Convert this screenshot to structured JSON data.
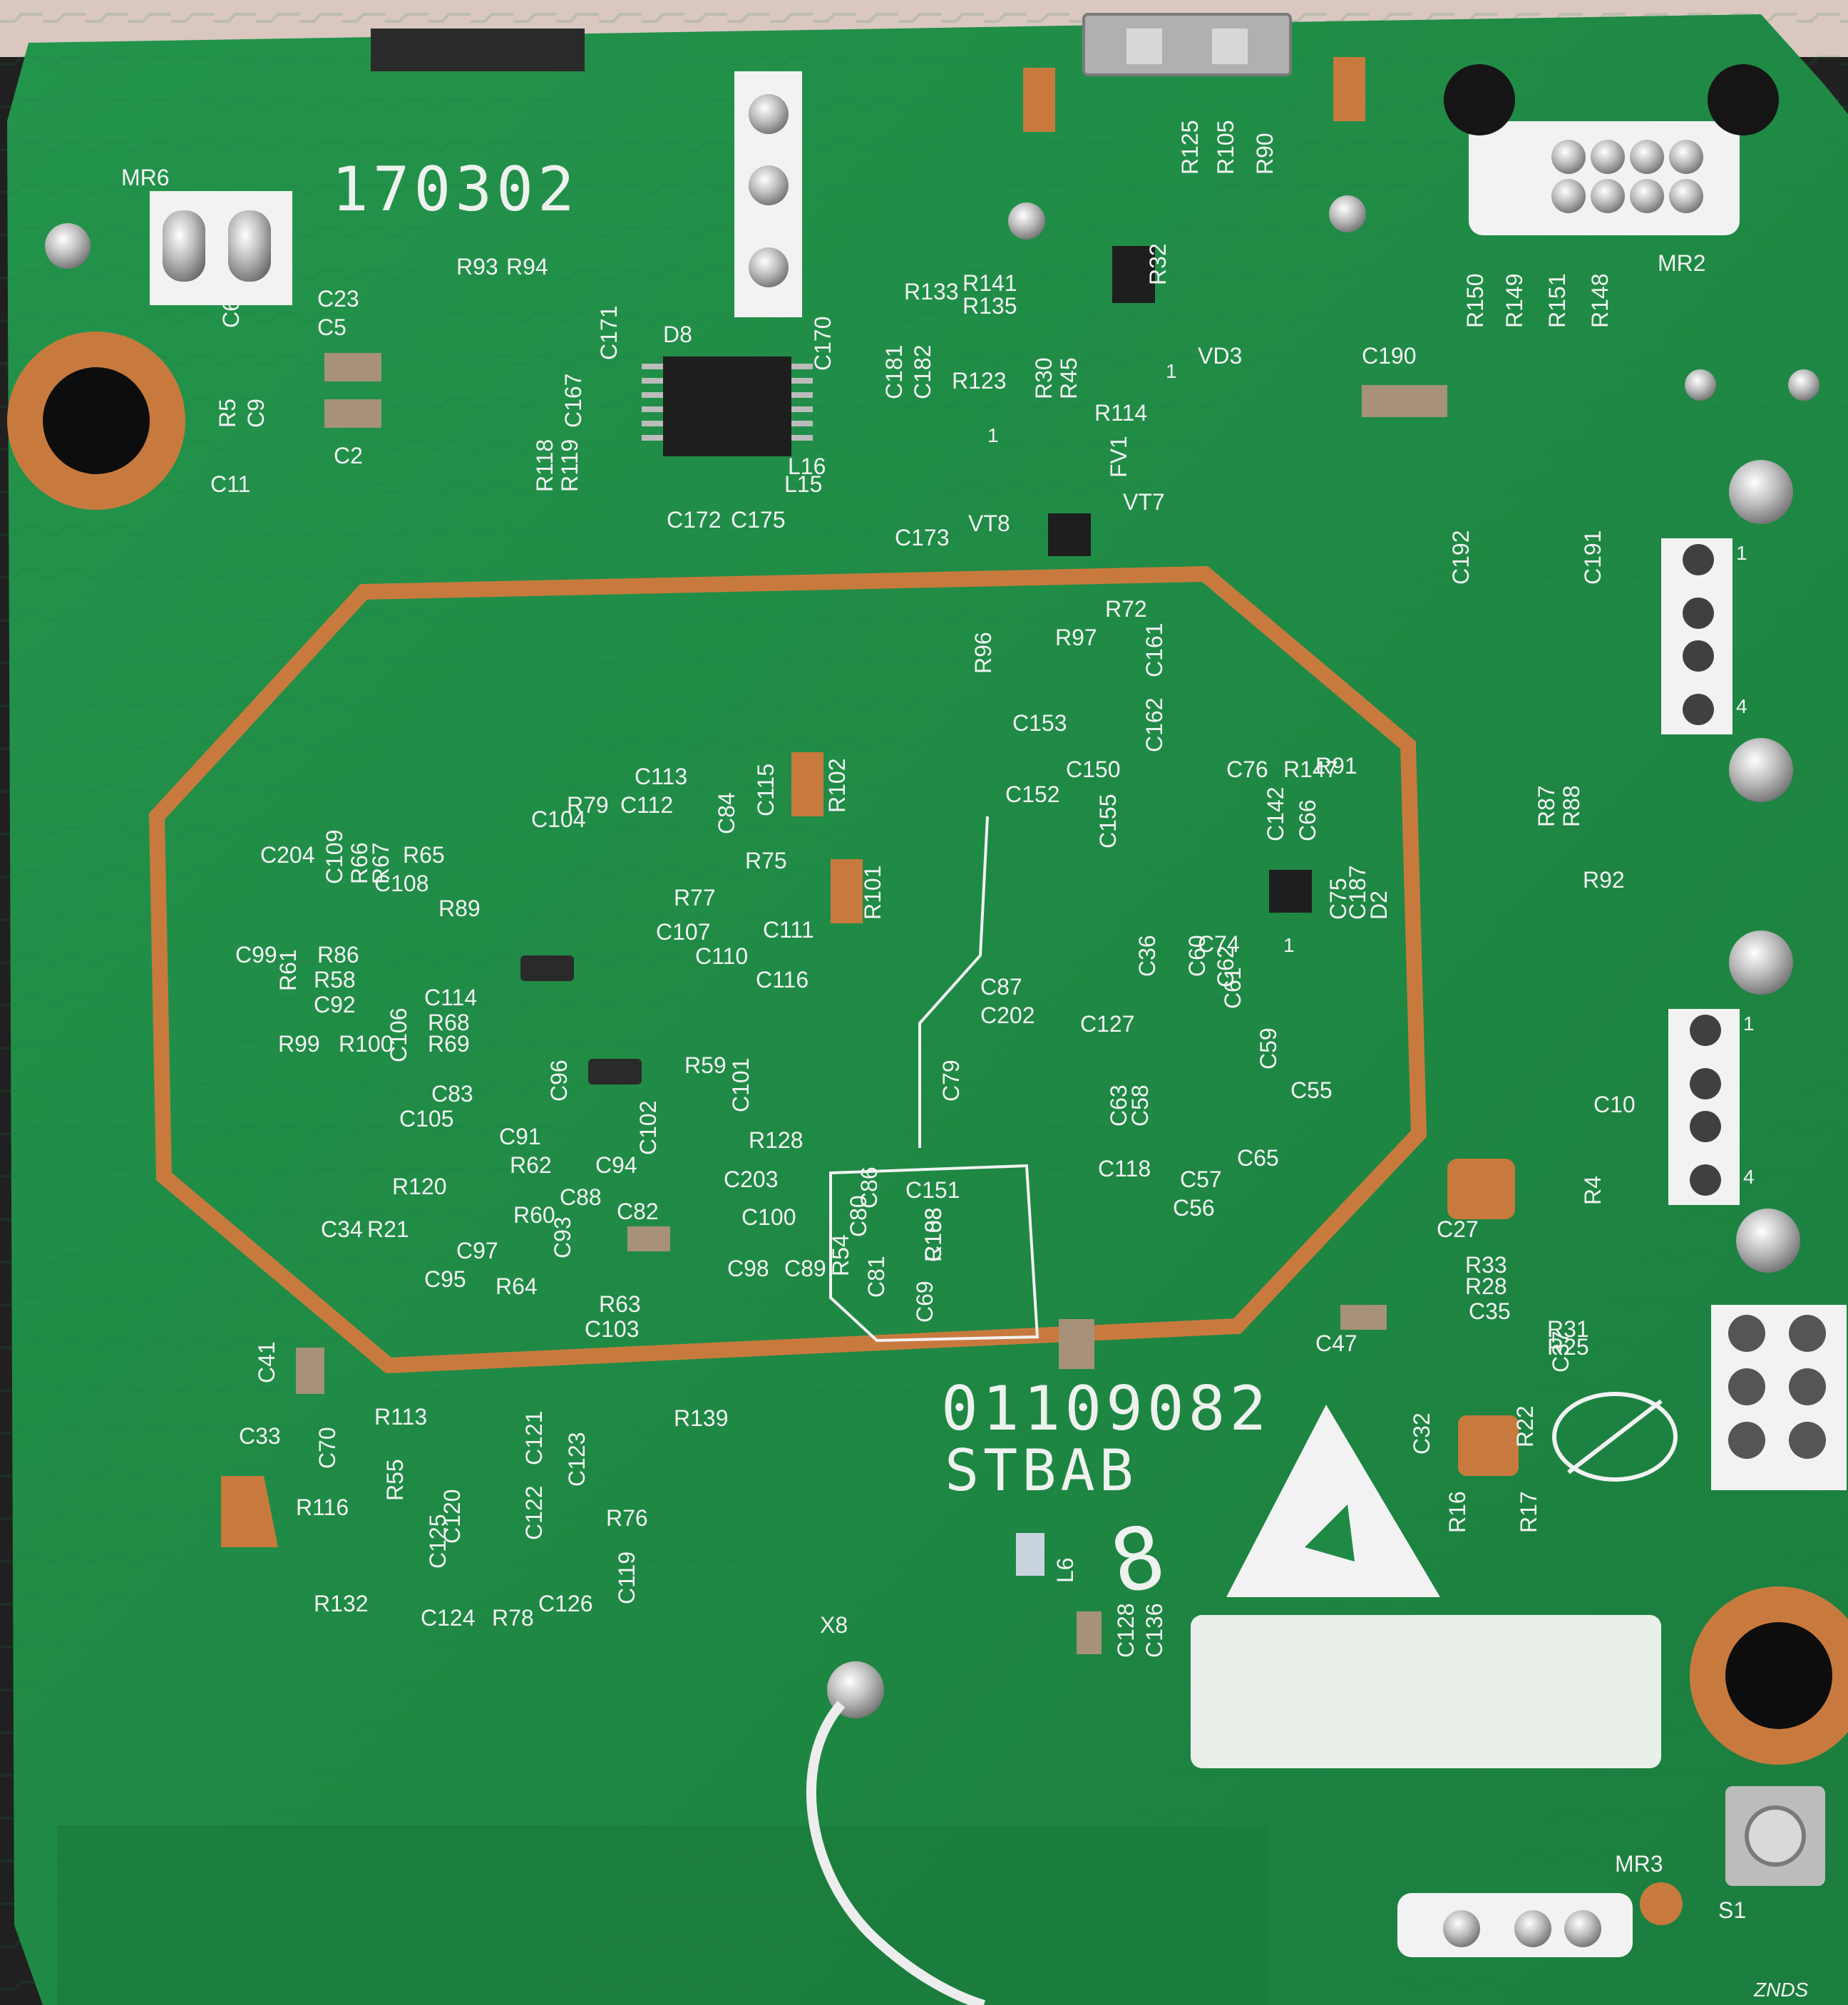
{
  "board": {
    "date_code": "170302",
    "part_number": "01109082",
    "model": "STBAB",
    "handwritten_mark": "8",
    "watermark": "ZNDS",
    "colors": {
      "solder_mask": "#1f8a45",
      "silkscreen": "#f2f2f2",
      "copper_ring": "#c87a3e",
      "pad_tin": "#cfcfcf"
    }
  },
  "designators": [
    "MR6",
    "C6",
    "C23",
    "C5",
    "R5",
    "C9",
    "C2",
    "C11",
    "R93",
    "R94",
    "D8",
    "C171",
    "R118",
    "R119",
    "C167",
    "C172",
    "C175",
    "L16",
    "L15",
    "C170",
    "R133",
    "R141",
    "R135",
    "C181",
    "C182",
    "R123",
    "C173",
    "VT8",
    "R30",
    "R45",
    "R114",
    "FV1",
    "VT7",
    "R32",
    "VD3",
    "R125",
    "R105",
    "R90",
    "C190",
    "R150",
    "R149",
    "R151",
    "R148",
    "MR2",
    "C192",
    "C191",
    "R72",
    "R97",
    "R96",
    "C161",
    "C153",
    "C162",
    "C150",
    "C152",
    "C155",
    "C76",
    "R147",
    "R91",
    "C142",
    "C66",
    "C75",
    "C187",
    "D2",
    "C74",
    "C36",
    "C60",
    "C62",
    "C61",
    "C87",
    "C202",
    "C127",
    "C79",
    "C59",
    "C63",
    "C58",
    "C55",
    "C118",
    "C57",
    "C56",
    "C65",
    "C113",
    "C104",
    "R79",
    "C112",
    "C115",
    "R102",
    "C204",
    "C109",
    "R66",
    "R67",
    "R65",
    "C108",
    "C84",
    "R75",
    "R77",
    "R101",
    "R89",
    "C107",
    "C111",
    "C110",
    "C99",
    "R61",
    "R86",
    "R58",
    "C92",
    "C116",
    "C106",
    "C114",
    "R68",
    "R69",
    "R99",
    "R100",
    "R59",
    "C83",
    "C96",
    "C101",
    "C105",
    "C91",
    "C102",
    "R128",
    "R62",
    "C94",
    "C203",
    "R120",
    "C88",
    "C82",
    "C100",
    "C34",
    "R21",
    "R60",
    "C97",
    "C93",
    "C98",
    "C89",
    "C95",
    "R64",
    "R63",
    "C103",
    "C151",
    "C86",
    "C80",
    "R54",
    "R103",
    "C188",
    "C81",
    "C69",
    "C41",
    "R113",
    "R139",
    "C33",
    "C70",
    "R55",
    "R116",
    "C121",
    "C123",
    "C120",
    "C122",
    "R76",
    "C125",
    "C119",
    "C124",
    "R78",
    "C126",
    "R132",
    "L6",
    "C128",
    "C136",
    "X8",
    "R87",
    "R88",
    "R92",
    "C10",
    "R4",
    "C27",
    "R33",
    "R28",
    "C35",
    "R31",
    "R25",
    "C37",
    "R22",
    "C47",
    "C32",
    "R16",
    "R17",
    "MR3",
    "S1"
  ],
  "pin_markers": [
    "1",
    "4",
    "1",
    "4",
    "1",
    "1",
    "1"
  ]
}
